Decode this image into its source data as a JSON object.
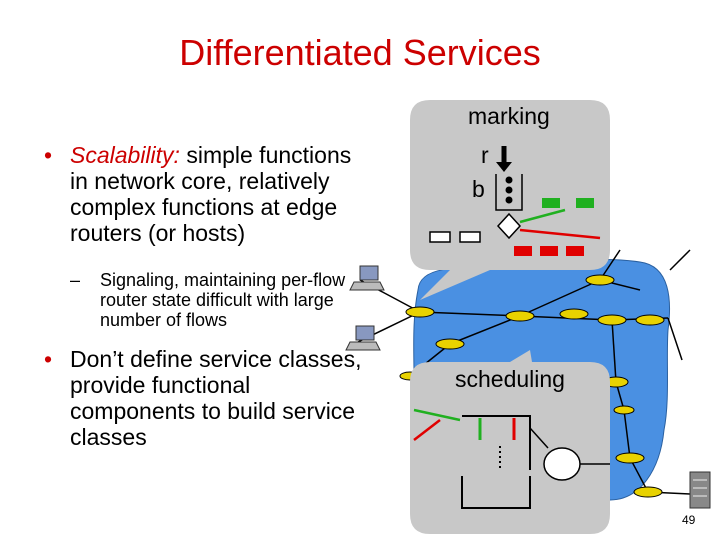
{
  "title": "Differentiated Services",
  "bullets": {
    "b1_lead": "Scalability:",
    "b1_rest": " simple functions in network core, relatively complex functions at edge routers (or hosts)",
    "b2": "Signaling, maintaining per-flow router state difficult with large number of flows",
    "b3": "Don’t define service classes, provide functional components to build service classes",
    "bullet_char": "•",
    "dash_char": "–"
  },
  "diagram": {
    "marking_label": "marking",
    "r_label": "r",
    "b_label": "b",
    "scheduling_label": "scheduling"
  },
  "slide_number": "49",
  "colors": {
    "title": "#cc0000",
    "callout_bg": "#c8c8c8",
    "network": "#4a90e2",
    "red_flow": "#e00000",
    "green_flow": "#20b020"
  }
}
